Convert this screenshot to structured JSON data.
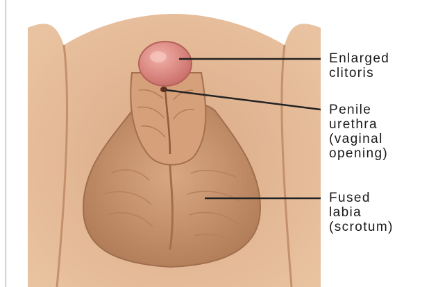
{
  "labels": [
    {
      "id": "clitoris",
      "text": "Enlarged\nclitoris"
    },
    {
      "id": "urethra",
      "text": "Penile\nurethra\n(vaginal\nopening)"
    },
    {
      "id": "labia",
      "text": "Fused\nlabia\n(scrotum)"
    }
  ],
  "colors": {
    "skin_light": "#e7bb96",
    "skin_mid": "#d49f79",
    "skin_dark": "#b27d59",
    "glans": "#dc8880",
    "leader_line": "#222222"
  }
}
